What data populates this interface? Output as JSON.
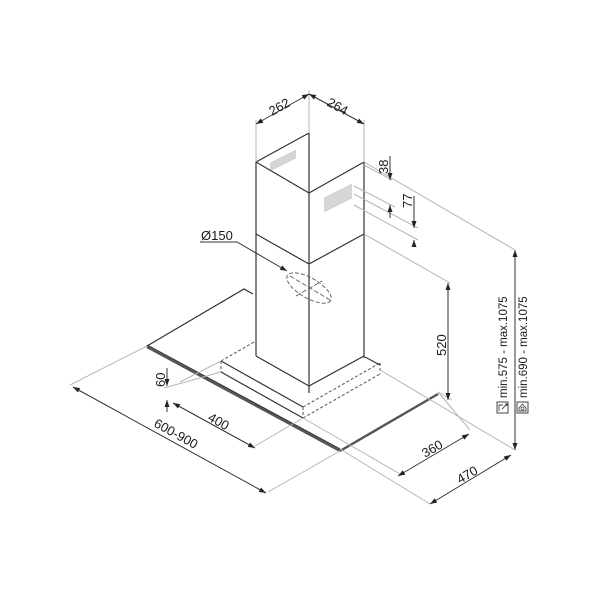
{
  "drawing": {
    "subject": "chimney hood dimension drawing",
    "units": "mm",
    "colors": {
      "line": "#333333",
      "extension_line": "#b5b5b5",
      "background": "#ffffff"
    }
  },
  "dimensions": {
    "chimney_width_left": "262",
    "chimney_width_right": "264",
    "top_offset_1": "38",
    "top_offset_2": "77",
    "duct_diameter": "Ø150",
    "chimney_lower_height": "520",
    "canopy_thickness": "60",
    "motor_box_width": "400",
    "hood_width": "600-900",
    "motor_box_depth": "360",
    "hood_depth": "470",
    "height_range_extraction": "min.575 - max.1075",
    "height_range_recirculation": "min.690 - max.1075"
  },
  "legend": [
    {
      "icon": "extraction-mode-icon",
      "text": "min.575 - max.1075"
    },
    {
      "icon": "recirculation-mode-icon",
      "text": "min.690 - max.1075"
    }
  ]
}
